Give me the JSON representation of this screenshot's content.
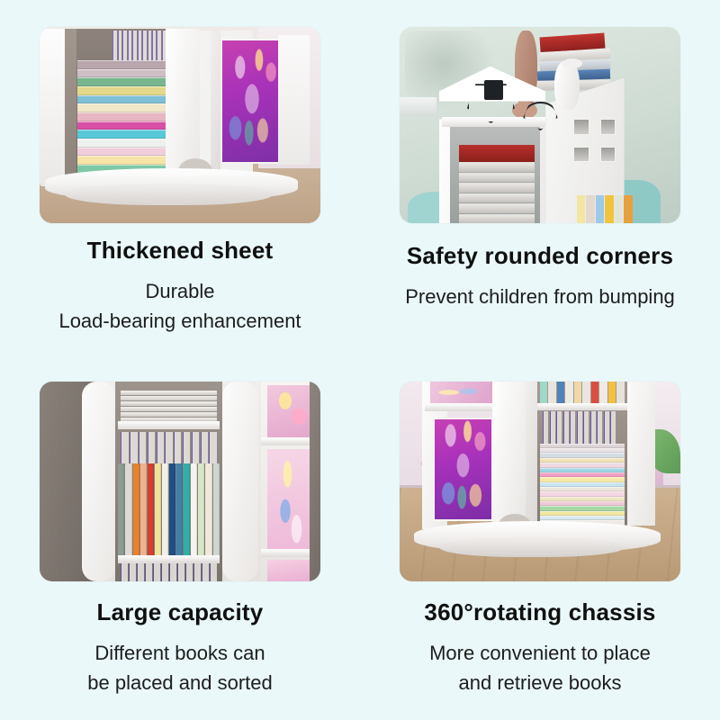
{
  "background_color": "#eaf8fa",
  "features": [
    {
      "id": "thickened-sheet",
      "title": "Thickened sheet",
      "subtitle_lines": [
        "Durable",
        "Load-bearing enhancement"
      ],
      "image_alt": "White rotating bookshelf with stacked colorful books and a Disney Princess book"
    },
    {
      "id": "safety-rounded-corners",
      "title": "Safety rounded corners",
      "subtitle_lines": [
        "Prevent children from bumping"
      ],
      "image_alt": "House-shaped white shelf with window cutouts, wire decorations, vase and books"
    },
    {
      "id": "large-capacity",
      "title": "Large capacity",
      "subtitle_lines": [
        "Different books can",
        "be placed and sorted"
      ],
      "image_alt": "Shelf filled with upright colorful book spines and stacked books"
    },
    {
      "id": "rotating-chassis",
      "title": "360°rotating chassis",
      "subtitle_lines": [
        "More convenient to place",
        "and retrieve books"
      ],
      "image_alt": "Rotating round chassis base of the bookshelf with princess book and pastel book stack"
    }
  ],
  "palettes": {
    "stack_top_left": [
      "#b9a6ad",
      "#cdbfc4",
      "#79b58e",
      "#e4d98a",
      "#7fc0d6",
      "#f0e6c8",
      "#e8b7c4",
      "#d94fa6",
      "#57c8d8",
      "#eef0ee",
      "#f2cddc",
      "#f6e3a8",
      "#7fc8a6",
      "#e9eaea"
    ],
    "spines_bottom_left": [
      "#8e9b92",
      "#d9dcd6",
      "#e8832a",
      "#f0b28e",
      "#d33f33",
      "#efe39a",
      "#f2f0e6",
      "#1f4f86",
      "#3f7fa8",
      "#2fb0a6",
      "#f5f3ee",
      "#d8e6c8",
      "#f0e9da",
      "#cfd6d2"
    ],
    "stack_bottom_right": [
      "#ded5d8",
      "#e9e3e6",
      "#d5dde2",
      "#f1e3b8",
      "#efd9e2",
      "#9ed6e6",
      "#f29ec4",
      "#f6e9a8",
      "#c7e4ef",
      "#ece6dd",
      "#f3d7e3",
      "#efe6c2",
      "#f0c8d8",
      "#a8d9a6",
      "#f3e6a0",
      "#d9e8f0",
      "#efe9e2"
    ],
    "top_row_bottom_right": [
      "#9fd8c8",
      "#e8e4dd",
      "#4f82b8",
      "#eceae4",
      "#f0d8a8",
      "#e9e6e0",
      "#d94f3f",
      "#efeae2",
      "#f2c23f",
      "#e6e2da"
    ],
    "bottom_books_top_right": [
      "#f2e6a0",
      "#e4d9cc",
      "#9ec9e8",
      "#f0c43f",
      "#dfe6d8",
      "#e8a03f"
    ]
  }
}
